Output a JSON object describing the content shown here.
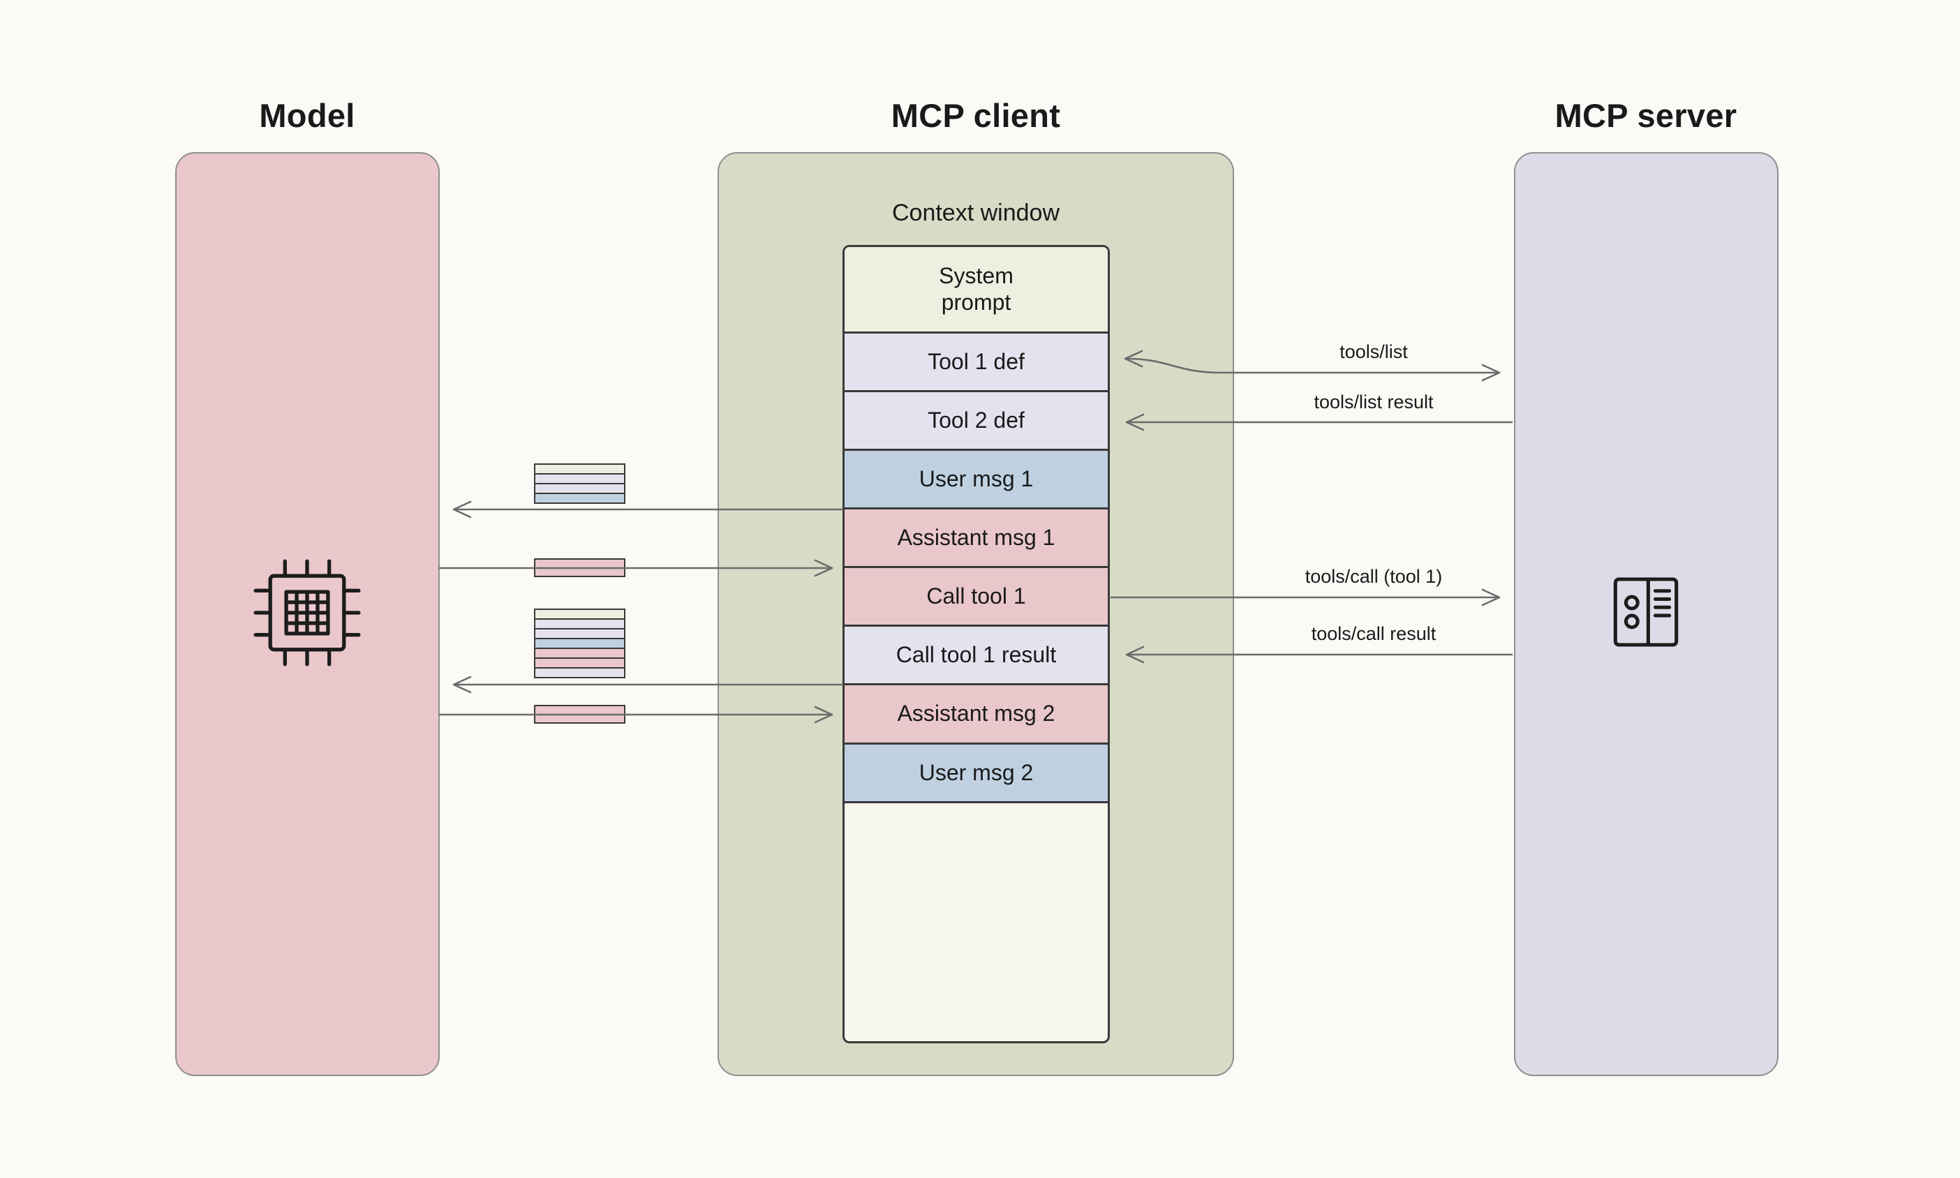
{
  "background": "#fbfaf6",
  "panels": {
    "model": {
      "title": "Model",
      "fill": "#e9c7cb"
    },
    "client": {
      "title": "MCP client",
      "fill": "#d6dcc6"
    },
    "server": {
      "title": "MCP server",
      "fill": "#dcdbe7"
    }
  },
  "context_window": {
    "label": "Context window",
    "empty_fill": "#f8f7ee",
    "rows": [
      {
        "label": "System\nprompt",
        "fill": "#eeefe0"
      },
      {
        "label": "Tool 1 def",
        "fill": "#e3e2ee"
      },
      {
        "label": "Tool 2 def",
        "fill": "#e3e2ee"
      },
      {
        "label": "User msg 1",
        "fill": "#bfd1e1"
      },
      {
        "label": "Assistant msg 1",
        "fill": "#e9c7cb"
      },
      {
        "label": "Call tool 1",
        "fill": "#e9c7cb"
      },
      {
        "label": "Call tool 1 result",
        "fill": "#e3e2ee"
      },
      {
        "label": "Assistant msg 2",
        "fill": "#e9c7cb"
      },
      {
        "label": "User msg 2",
        "fill": "#bfd1e1"
      }
    ]
  },
  "rpc_labels": {
    "tools_list": "tools/list",
    "tools_list_result": "tools/list result",
    "tools_call": "tools/call (tool 1)",
    "tools_call_result": "tools/call result"
  },
  "token_stacks": {
    "to_model_1": [
      "#eeefe0",
      "#e3e2ee",
      "#e3e2ee",
      "#bfd1e1"
    ],
    "from_model_1": [
      "#e9c7cb"
    ],
    "to_model_2": [
      "#eeefe0",
      "#e3e2ee",
      "#e3e2ee",
      "#bfd1e1",
      "#e9c7cb",
      "#e9c7cb",
      "#e3e2ee"
    ],
    "from_model_2": [
      "#e9c7cb"
    ]
  },
  "colors": {
    "arrow": "#6b6b6b",
    "border_dark": "#3a3a3a",
    "panel_border": "#8f8f8f",
    "text": "#1a1a1a"
  }
}
